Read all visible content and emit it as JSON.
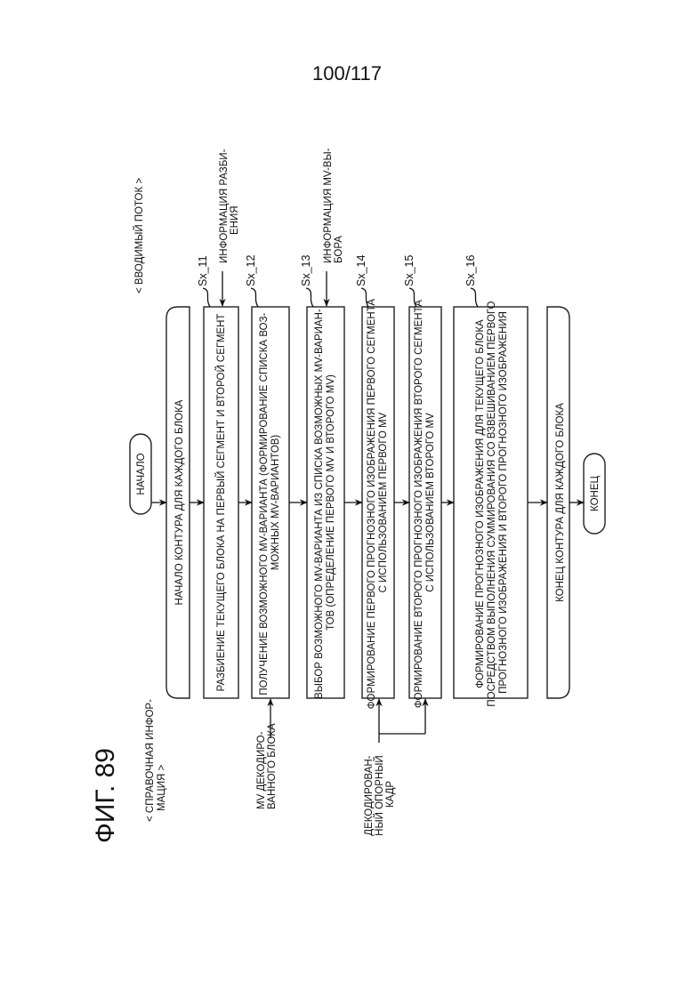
{
  "page_number": "100/117",
  "figure_title": "ФИГ. 89",
  "inputs": {
    "input_stream": "< ВВОДИМЫЙ ПОТОК >",
    "reference_info": [
      "< СПРАВОЧНАЯ ИНФОР-",
      "МАЦИЯ >"
    ]
  },
  "terminals": {
    "start": "НАЧАЛО",
    "end": "КОНЕЦ"
  },
  "loop": {
    "start": "НАЧАЛО КОНТУРА ДЛЯ КАЖДОГО БЛОКА",
    "end": "КОНЕЦ КОНТУРА ДЛЯ КАЖДОГО БЛОКА"
  },
  "steps": [
    {
      "id": "Sx_11",
      "lines": [
        "РАЗБИЕНИЕ ТЕКУЩЕГО БЛОКА НА ПЕРВЫЙ СЕГМЕНТ И ВТОРОЙ СЕГМЕНТ"
      ]
    },
    {
      "id": "Sx_12",
      "lines": [
        "ПОЛУЧЕНИЕ ВОЗМОЖНОГО MV-ВАРИАНТА (ФОРМИРОВАНИЕ СПИСКА ВОЗ-",
        "МОЖНЫХ MV-ВАРИАНТОВ)"
      ]
    },
    {
      "id": "Sx_13",
      "lines": [
        "ВЫБОР ВОЗМОЖНОГО MV-ВАРИАНТА ИЗ СПИСКА ВОЗМОЖНЫХ MV-ВАРИАН-",
        "ТОВ (ОПРЕДЕЛЕНИЕ ПЕРВОГО MV И ВТОРОГО MV)"
      ]
    },
    {
      "id": "Sx_14",
      "lines": [
        "ФОРМИРОВАНИЕ ПЕРВОГО ПРОГНОЗНОГО ИЗОБРАЖЕНИЯ ПЕРВОГО СЕГМЕНТА",
        "С ИСПОЛЬЗОВАНИЕМ ПЕРВОГО MV"
      ]
    },
    {
      "id": "Sx_15",
      "lines": [
        "ФОРМИРОВАНИЕ ВТОРОГО ПРОГНОЗНОГО ИЗОБРАЖЕНИЯ ВТОРОГО СЕГМЕНТА",
        "С ИСПОЛЬЗОВАНИЕМ ВТОРОГО MV"
      ]
    },
    {
      "id": "Sx_16",
      "lines": [
        "ФОРМИРОВАНИЕ ПРОГНОЗНОГО ИЗОБРАЖЕНИЯ ДЛЯ ТЕКУЩЕГО БЛОКА",
        "ПОСРЕДСТВОМ ВЫПОЛНЕНИЯ СУММИРОВАНИЯ СО ВЗВЕШИВАНИЕМ ПЕРВОГО",
        "ПРОГНОЗНОГО ИЗОБРАЖЕНИЯ И ВТОРОГО ПРОГНОЗНОГО ИЗОБРАЖЕНИЯ"
      ]
    }
  ],
  "side_inputs": {
    "partition_info": [
      "ИНФОРМАЦИЯ РАЗБИ-",
      "ЕНИЯ"
    ],
    "mv_selection_info": [
      "ИНФОРМАЦИЯ MV-ВЫ-",
      "БОРА"
    ],
    "decoded_block_mv": [
      "MV ДЕКОДИРО-",
      "ВАННОГО БЛОКА"
    ],
    "decoded_ref_frame": [
      "ДЕКОДИРОВАН-",
      "НЫЙ ОПОРНЫЙ",
      "КАДР"
    ]
  }
}
